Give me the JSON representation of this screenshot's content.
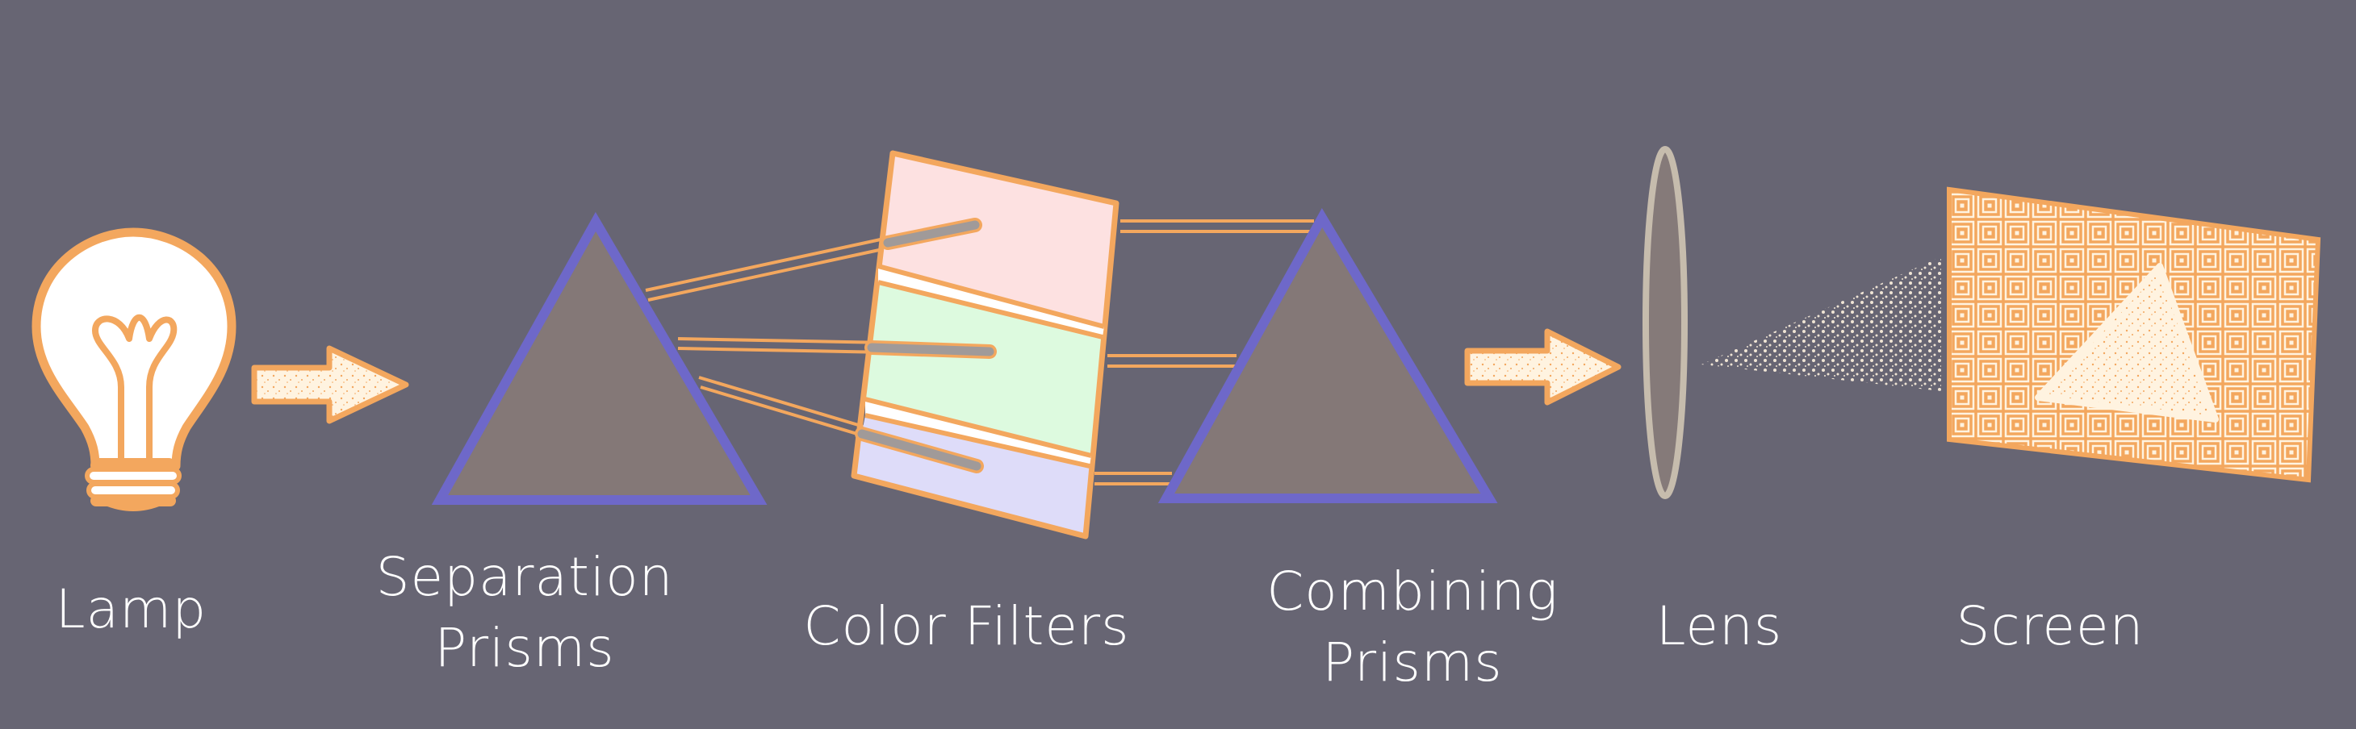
{
  "labels": {
    "lamp": "Lamp",
    "separation_1": "Separation",
    "separation_2": "Prisms",
    "filters": "Color Filters",
    "combining_1": "Combining",
    "combining_2": "Prisms",
    "lens": "Lens",
    "screen": "Screen"
  },
  "colors": {
    "background": "#676573",
    "outline": "#f3a75e",
    "prism_fill": "#847877",
    "prism_edge": "#6e68c9",
    "filter_red": "#fde1e1",
    "filter_green": "#ddfadf",
    "filter_blue": "#dedcf9",
    "light": "#fff3e0",
    "lens_fill": "#857a79",
    "lens_edge": "#c6bcad"
  }
}
